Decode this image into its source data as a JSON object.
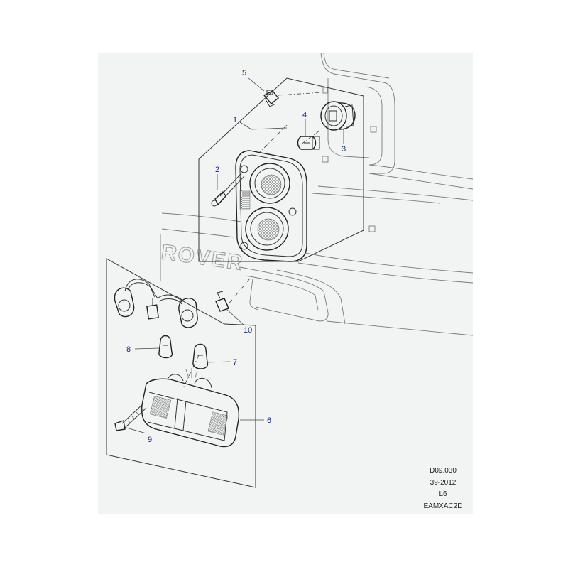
{
  "diagram": {
    "background_color": "#f2f4f3",
    "callout_color": "#1f2a7a",
    "callouts": [
      {
        "id": "1",
        "label": "1"
      },
      {
        "id": "2",
        "label": "2"
      },
      {
        "id": "3",
        "label": "3"
      },
      {
        "id": "4",
        "label": "4"
      },
      {
        "id": "5",
        "label": "5"
      },
      {
        "id": "6",
        "label": "6"
      },
      {
        "id": "7",
        "label": "7"
      },
      {
        "id": "8",
        "label": "8"
      },
      {
        "id": "9",
        "label": "9"
      },
      {
        "id": "10",
        "label": "10"
      }
    ],
    "vehicle_lettering": "ROVER",
    "meta": {
      "code": "D09.030",
      "date": "39-2012",
      "level": "L6",
      "reference": "EAMXAC2D"
    }
  }
}
